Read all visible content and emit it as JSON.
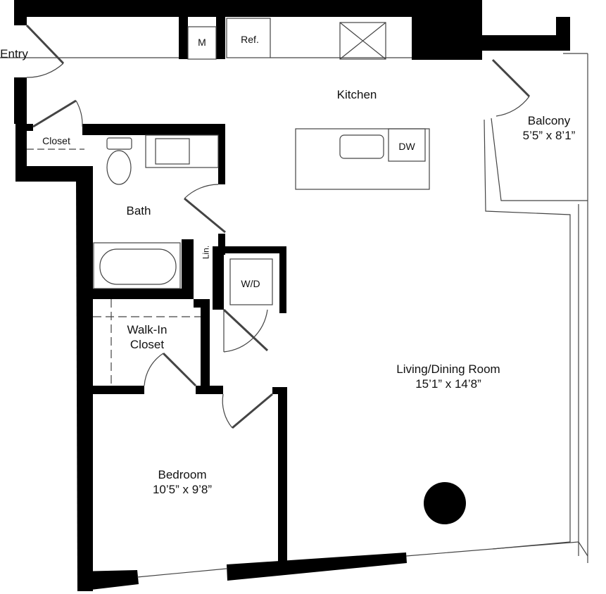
{
  "rooms": {
    "entry": {
      "label": "Entry"
    },
    "closet": {
      "label": "Closet"
    },
    "microwave": {
      "label": "M"
    },
    "refrigerator": {
      "label": "Ref."
    },
    "kitchen": {
      "label": "Kitchen"
    },
    "dishwasher": {
      "label": "DW"
    },
    "balcony": {
      "label": "Balcony",
      "size": "5’5” x 8’1”"
    },
    "bath": {
      "label": "Bath"
    },
    "linen": {
      "label": "Lin."
    },
    "washer_dryer": {
      "label": "W/D"
    },
    "walk_in_closet": {
      "label_line1": "Walk-In",
      "label_line2": "Closet"
    },
    "living_dining": {
      "label": "Living/Dining Room",
      "size": "15’1” x 14’8”"
    },
    "bedroom": {
      "label": "Bedroom",
      "size": "10’5” x 9’8”"
    }
  },
  "colors": {
    "wall": "#000000",
    "fixture": "#555555",
    "background": "#ffffff"
  }
}
